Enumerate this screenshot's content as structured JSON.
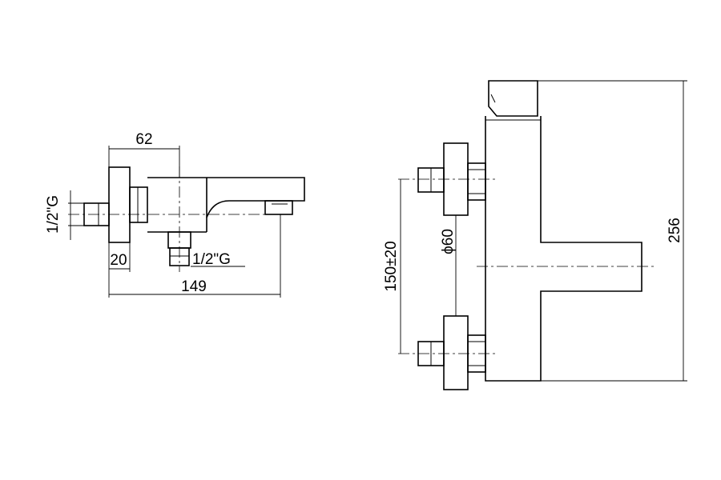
{
  "side_view": {
    "dim_width_top": "62",
    "dim_inlet_thread": "1/2\"G",
    "dim_flange": "20",
    "dim_total_width": "149",
    "dim_outlet_thread": "1/2\"G"
  },
  "front_view": {
    "dim_diameter": "ϕ60",
    "dim_center_distance": "150±20",
    "dim_height": "256"
  }
}
